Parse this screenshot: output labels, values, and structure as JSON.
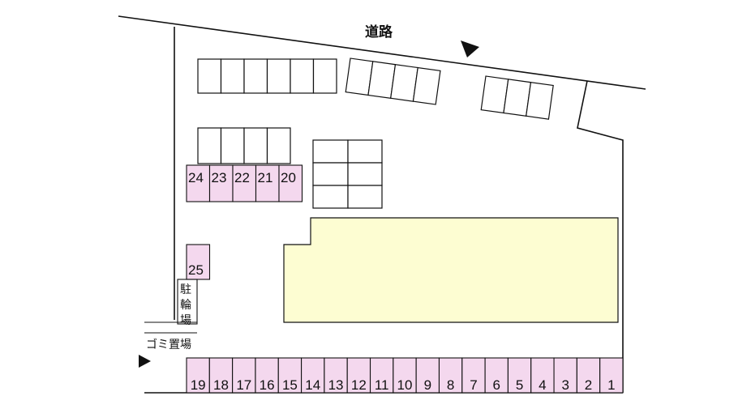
{
  "road_label": "道路",
  "bike_parking_label": [
    "駐",
    "輪",
    "場"
  ],
  "garbage_label": "ゴミ置場",
  "spaces_top": [
    "24",
    "23",
    "22",
    "21",
    "20"
  ],
  "space_25": "25",
  "spaces_bottom": [
    "19",
    "18",
    "17",
    "16",
    "15",
    "14",
    "13",
    "12",
    "11",
    "10",
    "9",
    "8",
    "7",
    "6",
    "5",
    "4",
    "3",
    "2",
    "1"
  ],
  "colors": {
    "assigned_space": "#f4d8ee",
    "building": "#fdfdd2",
    "line": "#111111"
  },
  "icons": [
    "entry-arrow-top-icon",
    "entry-arrow-left-icon"
  ]
}
